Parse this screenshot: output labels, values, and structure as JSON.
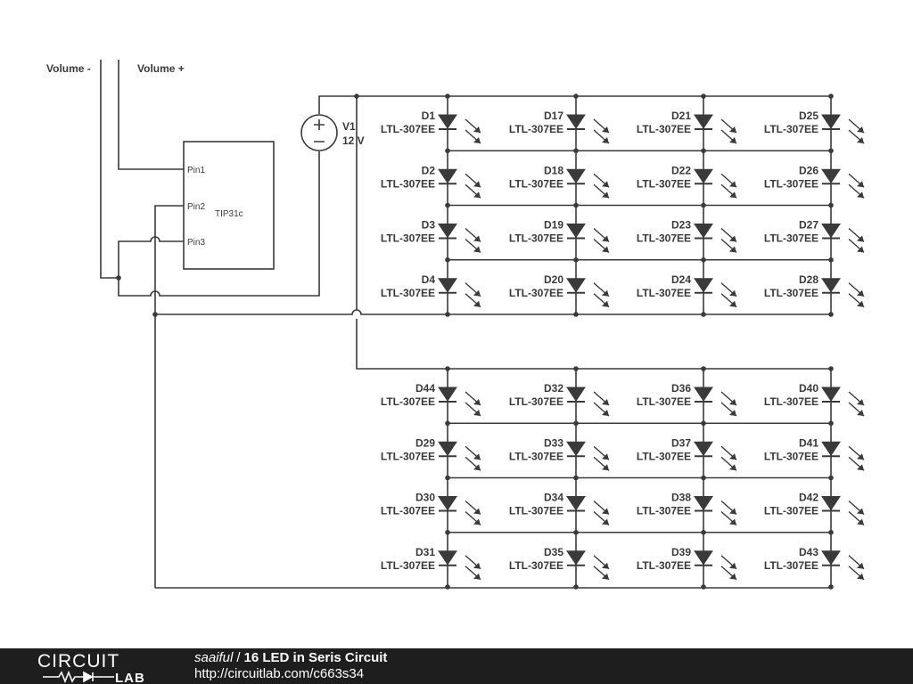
{
  "labels": {
    "volume_minus": "Volume -",
    "volume_plus": "Volume +",
    "source_ref": "V1",
    "source_value": "12 V",
    "transistor_part": "TIP31c",
    "pin1": "Pin1",
    "pin2": "Pin2",
    "pin3": "Pin3"
  },
  "led_part": "LTL-307EE",
  "led_grids": [
    {
      "rows": [
        [
          "D1",
          "D17",
          "D21",
          "D25"
        ],
        [
          "D2",
          "D18",
          "D22",
          "D26"
        ],
        [
          "D3",
          "D19",
          "D23",
          "D27"
        ],
        [
          "D4",
          "D20",
          "D24",
          "D28"
        ]
      ]
    },
    {
      "rows": [
        [
          "D44",
          "D32",
          "D36",
          "D40"
        ],
        [
          "D29",
          "D33",
          "D37",
          "D41"
        ],
        [
          "D30",
          "D34",
          "D38",
          "D42"
        ],
        [
          "D31",
          "D35",
          "D39",
          "D43"
        ]
      ]
    }
  ],
  "footer": {
    "logo_top": "CIRCUIT",
    "logo_bottom": "LAB",
    "author": "saaiful",
    "separator": "/",
    "title": "16 LED in Seris Circuit",
    "url": "http://circuitlab.com/c663s34"
  },
  "colors": {
    "wire": "#3a3a3a",
    "footer_bg": "#1e1e1e",
    "footer_text": "#ffffff"
  }
}
